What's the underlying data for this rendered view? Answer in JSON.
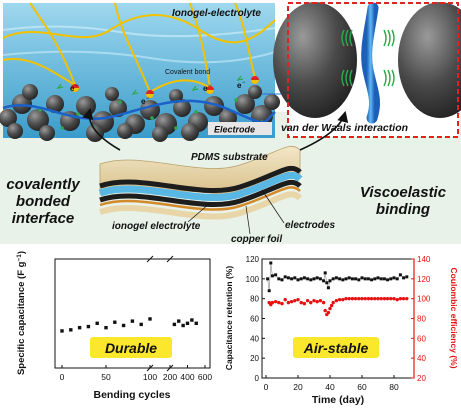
{
  "colors": {
    "background_pale_green": "#e8f2e8",
    "electrolyte_blue": "#4fb0dc",
    "polymer_yellow": "#f2c200",
    "electrode_gray": "#555555",
    "highlight_box_red": "#e0241b",
    "arrow_green": "#2ea84c",
    "series_black": "#000000",
    "series_red": "#e81010",
    "label_yellow": "#fbe72c"
  },
  "schematic": {
    "ionogel_label": "Ionogel-electrolyte",
    "covalent_bond_label": "Covalent bond",
    "electrode_label": "Electrode",
    "electron_label": "e",
    "electron_sup": "−",
    "vdw_label": "van der Waals interaction",
    "pdms_label": "PDMS substrate",
    "ionogel_electrolyte_label": "ionogel electrolyte",
    "electrodes_label": "electrodes",
    "copper_foil_label": "copper foil",
    "left_caption": [
      "covalently",
      "bonded",
      "interface"
    ],
    "right_caption": [
      "Viscoelastic",
      "binding"
    ]
  },
  "chart_data": [
    {
      "type": "scatter",
      "ylabel": "Specific capacitance (F g",
      "ylabel_sup": "−1",
      "ylabel_close": ")",
      "xlabel": "Bending cycles",
      "badge": "Durable",
      "ylim": [
        0,
        100
      ],
      "broken_x_axis": true,
      "segments": [
        {
          "x_range": [
            0,
            100
          ],
          "x_ticks": [
            0,
            50,
            100
          ],
          "x": [
            0,
            10,
            20,
            30,
            40,
            50,
            60,
            70,
            80,
            90,
            100
          ],
          "y": [
            34,
            35,
            37,
            38,
            41,
            37,
            42,
            39,
            43,
            40,
            45
          ]
        },
        {
          "x_range": [
            100,
            200
          ],
          "x_ticks": [
            100,
            200
          ],
          "x": [],
          "y": []
        },
        {
          "x_range": [
            200,
            600
          ],
          "x_ticks": [
            200,
            400,
            600
          ],
          "x": [
            250,
            300,
            350,
            400,
            450,
            500
          ],
          "y": [
            40,
            43,
            39,
            41,
            44,
            41
          ]
        }
      ],
      "legend": "none",
      "grid": false
    },
    {
      "type": "scatter",
      "xlabel": "Time (day)",
      "ylabel_left": "Capacitance retention (%)",
      "ylabel_right": "Coulombic efficiency (%)",
      "badge": "Air-stable",
      "xlim": [
        0,
        90
      ],
      "x_ticks": [
        0,
        20,
        40,
        60,
        80
      ],
      "ylim_left": [
        0,
        120
      ],
      "y_ticks_left": [
        0,
        20,
        40,
        60,
        80,
        100,
        120
      ],
      "ylim_right": [
        20,
        140
      ],
      "y_ticks_right": [
        20,
        40,
        60,
        80,
        100,
        120,
        140
      ],
      "series": [
        {
          "axis": "left",
          "x": [
            1,
            2,
            3,
            4,
            6,
            8,
            10,
            12,
            14,
            16,
            18,
            20,
            22,
            24,
            26,
            28,
            30,
            32,
            34,
            36,
            37,
            38,
            39,
            40,
            42,
            44,
            46,
            48,
            50,
            52,
            54,
            56,
            58,
            60,
            62,
            64,
            66,
            68,
            70,
            72,
            74,
            76,
            78,
            80,
            82,
            84,
            86,
            88
          ],
          "y": [
            100,
            88,
            116,
            103,
            104,
            100,
            99,
            102,
            101,
            100,
            101,
            99,
            100,
            101,
            100,
            99,
            100,
            101,
            100,
            98,
            106,
            96,
            91,
            98,
            100,
            101,
            100,
            99,
            100,
            101,
            100,
            100,
            99,
            101,
            100,
            100,
            99,
            100,
            101,
            100,
            100,
            99,
            100,
            101,
            100,
            104,
            101,
            102
          ]
        },
        {
          "axis": "right",
          "x": [
            2,
            3,
            4,
            6,
            8,
            10,
            12,
            14,
            16,
            18,
            20,
            22,
            24,
            26,
            28,
            30,
            32,
            34,
            36,
            37,
            38,
            39,
            40,
            41,
            42,
            44,
            46,
            48,
            50,
            52,
            54,
            56,
            58,
            60,
            62,
            64,
            66,
            68,
            70,
            72,
            74,
            76,
            78,
            80,
            82,
            84,
            86,
            88
          ],
          "y": [
            96,
            94,
            96,
            97,
            96,
            95,
            99,
            96,
            97,
            98,
            99,
            96,
            95,
            98,
            96,
            98,
            97,
            98,
            96,
            88,
            84,
            86,
            90,
            93,
            96,
            98,
            99,
            99,
            100,
            100,
            100,
            100,
            100,
            100,
            100,
            100,
            100,
            100,
            100,
            100,
            100,
            100,
            100,
            100,
            99,
            100,
            100,
            100
          ]
        }
      ],
      "legend": "none",
      "grid": false
    }
  ]
}
